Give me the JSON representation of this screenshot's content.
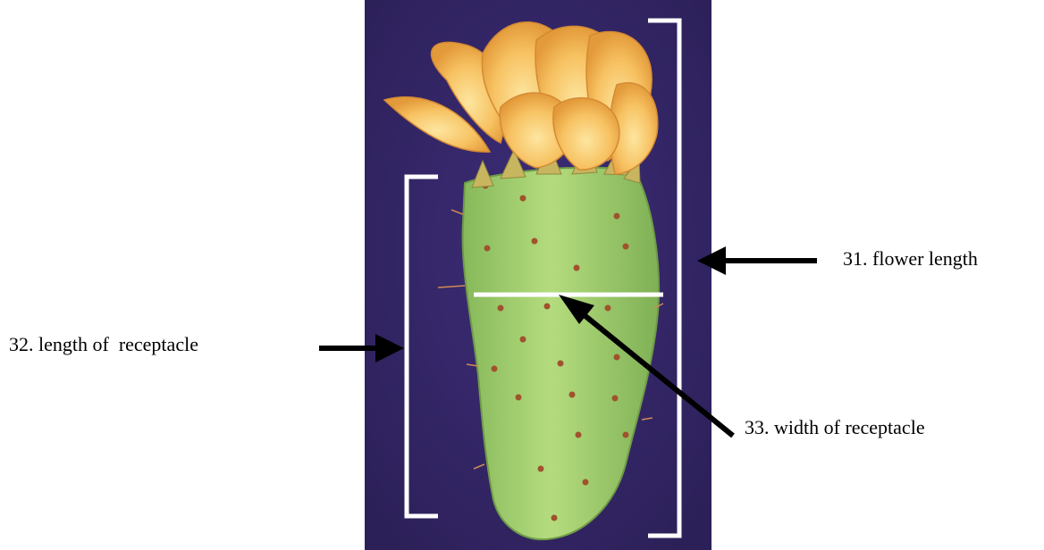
{
  "labels": {
    "flower_length": "31. flower length",
    "length_of_receptacle": "32. length of  receptacle",
    "width_of_receptacle": "33. width of receptacle"
  },
  "colors": {
    "photo_background": "#3a2a6e",
    "receptacle_green": "#9ccc6a",
    "tepal_yellow": "#f6c060",
    "annotation_white": "#ffffff",
    "arrow_black": "#000000"
  }
}
